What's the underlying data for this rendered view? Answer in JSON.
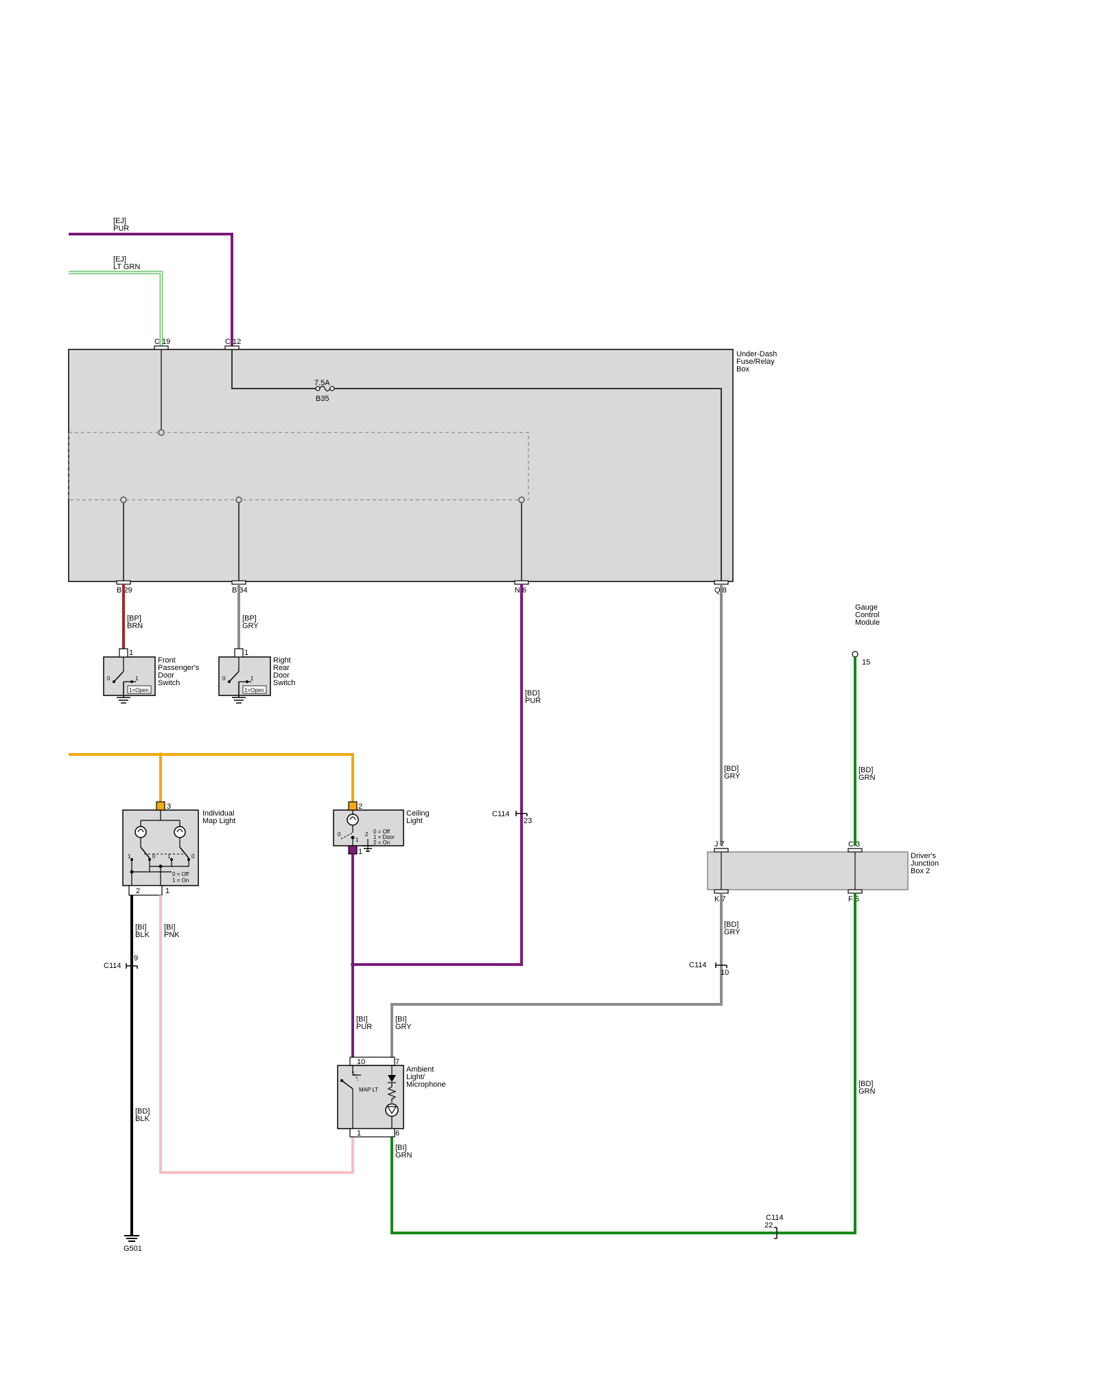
{
  "colors": {
    "purple": "#7b1a7b",
    "lt_green": "#78c878",
    "green": "#158a15",
    "gray": "#8c8c8c",
    "brown": "#a32828",
    "black": "#000000",
    "pink": "#f7bdc8",
    "orange": "#f2a90f",
    "box": "#d9d9d9"
  },
  "wires": {
    "ej_pur": [
      "[EJ]",
      "PUR"
    ],
    "ej_ltgrn": [
      "[EJ]",
      "LT GRN"
    ],
    "bp_brn": [
      "[BP]",
      "BRN"
    ],
    "bp_gry": [
      "[BP]",
      "GRY"
    ],
    "bd_pur": [
      "[BD]",
      "PUR"
    ],
    "bd_gry_upper": [
      "[BD]",
      "GRY"
    ],
    "bd_grn_upper": [
      "[BD]",
      "GRN"
    ],
    "bd_gry_lower": [
      "[BD]",
      "GRY"
    ],
    "bi_blk": [
      "[BI]",
      "BLK"
    ],
    "bi_pnk": [
      "[BI]",
      "PNK"
    ],
    "bd_blk": [
      "[BD]",
      "BLK"
    ],
    "bi_pur": [
      "[BI]",
      "PUR"
    ],
    "bi_gry": [
      "[BI]",
      "GRY"
    ],
    "bi_grn": [
      "[BI]",
      "GRN"
    ],
    "bd_grn_lower": [
      "[BD]",
      "GRN"
    ]
  },
  "components": {
    "fuse_box": [
      "Under-Dash",
      "Fuse/Relay",
      "Box"
    ],
    "fuse_rating": "7.5A",
    "fuse_id": "B35",
    "front_pass_switch": [
      "Front",
      "Passenger's",
      "Door",
      "Switch"
    ],
    "right_rear_switch": [
      "Right",
      "Rear",
      "Door",
      "Switch"
    ],
    "gauge_module": [
      "Gauge",
      "Control",
      "Module"
    ],
    "map_light": [
      "Individual",
      "Map Light"
    ],
    "ceiling_light": [
      "Ceiling",
      "Light"
    ],
    "djb2": [
      "Driver's",
      "Junction",
      "Box 2"
    ],
    "ambient": [
      "Ambient",
      "Light/",
      "Microphone"
    ],
    "map_lt": "MAP LT",
    "ground": "G501",
    "switch_open": "1=Open",
    "map_legend": [
      "0 = Off",
      "1 = On"
    ],
    "ceiling_legend": [
      "0 = Off",
      "1 = Door",
      "2 = On"
    ]
  },
  "pins": {
    "c19": "C 19",
    "c12": "C 12",
    "b29": "B 29",
    "b34": "B 34",
    "n6": "N 6",
    "q8": "Q 8",
    "sw1": "1",
    "sw2": "1",
    "gcm15": "15",
    "ml3": "3",
    "cl2": "2",
    "cl1": "1",
    "ml2": "2",
    "ml1": "1",
    "j7": "J 7",
    "c3": "C 3",
    "k7": "K 7",
    "f5": "F 5",
    "am10": "10",
    "am7": "7",
    "am1": "1",
    "am6": "6",
    "sw_0": "0",
    "sw_1": "1",
    "ml_1a": "1",
    "ml_0a": "0",
    "ml_1b": "1",
    "ml_0b": "0",
    "cl_0": "0",
    "cl_1": "1",
    "cl_2": "2"
  },
  "connectors": {
    "c114_23": {
      "name": "C114",
      "pin": "23"
    },
    "c114_9": {
      "name": "C114",
      "pin": "9"
    },
    "c114_10": {
      "name": "C114",
      "pin": "10"
    },
    "c114_22": {
      "name": "C114",
      "pin": "22"
    }
  }
}
